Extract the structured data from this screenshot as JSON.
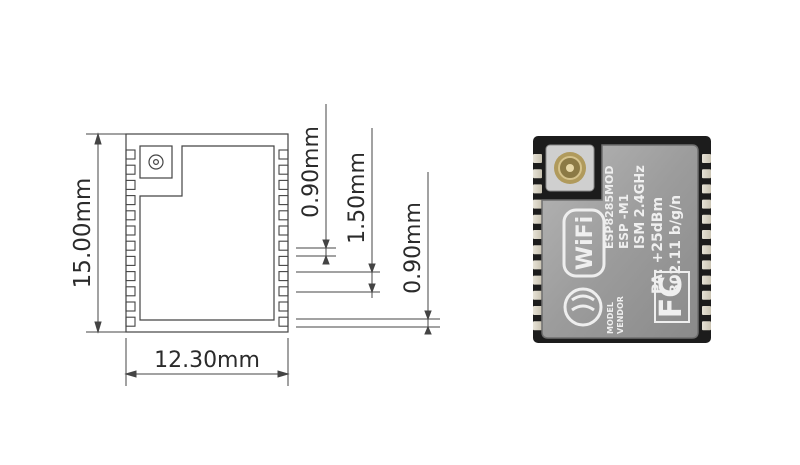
{
  "drawing": {
    "dimensions": {
      "height": "15.00mm",
      "width": "12.30mm",
      "pad_width_top": "0.90mm",
      "pad_pitch": "1.50mm",
      "pad_width_bottom": "0.90mm"
    },
    "pads_per_side": 12
  },
  "module_photo": {
    "shield_text": {
      "line1": "ESP8285MOD",
      "line2": "ESP -M1",
      "line3": "ISM  2.4GHz",
      "line4": "PA:  +25dBm",
      "line5": "802.11 b/g/n",
      "model_label": "MODEL",
      "vendor_label": "VENDOR",
      "wifi_logo": "WiFi",
      "fcc_logo": "FC"
    },
    "colors": {
      "pcb": "#1c1c1c",
      "shield": "#9a9a9a",
      "pads": "#d8d3c4"
    }
  }
}
